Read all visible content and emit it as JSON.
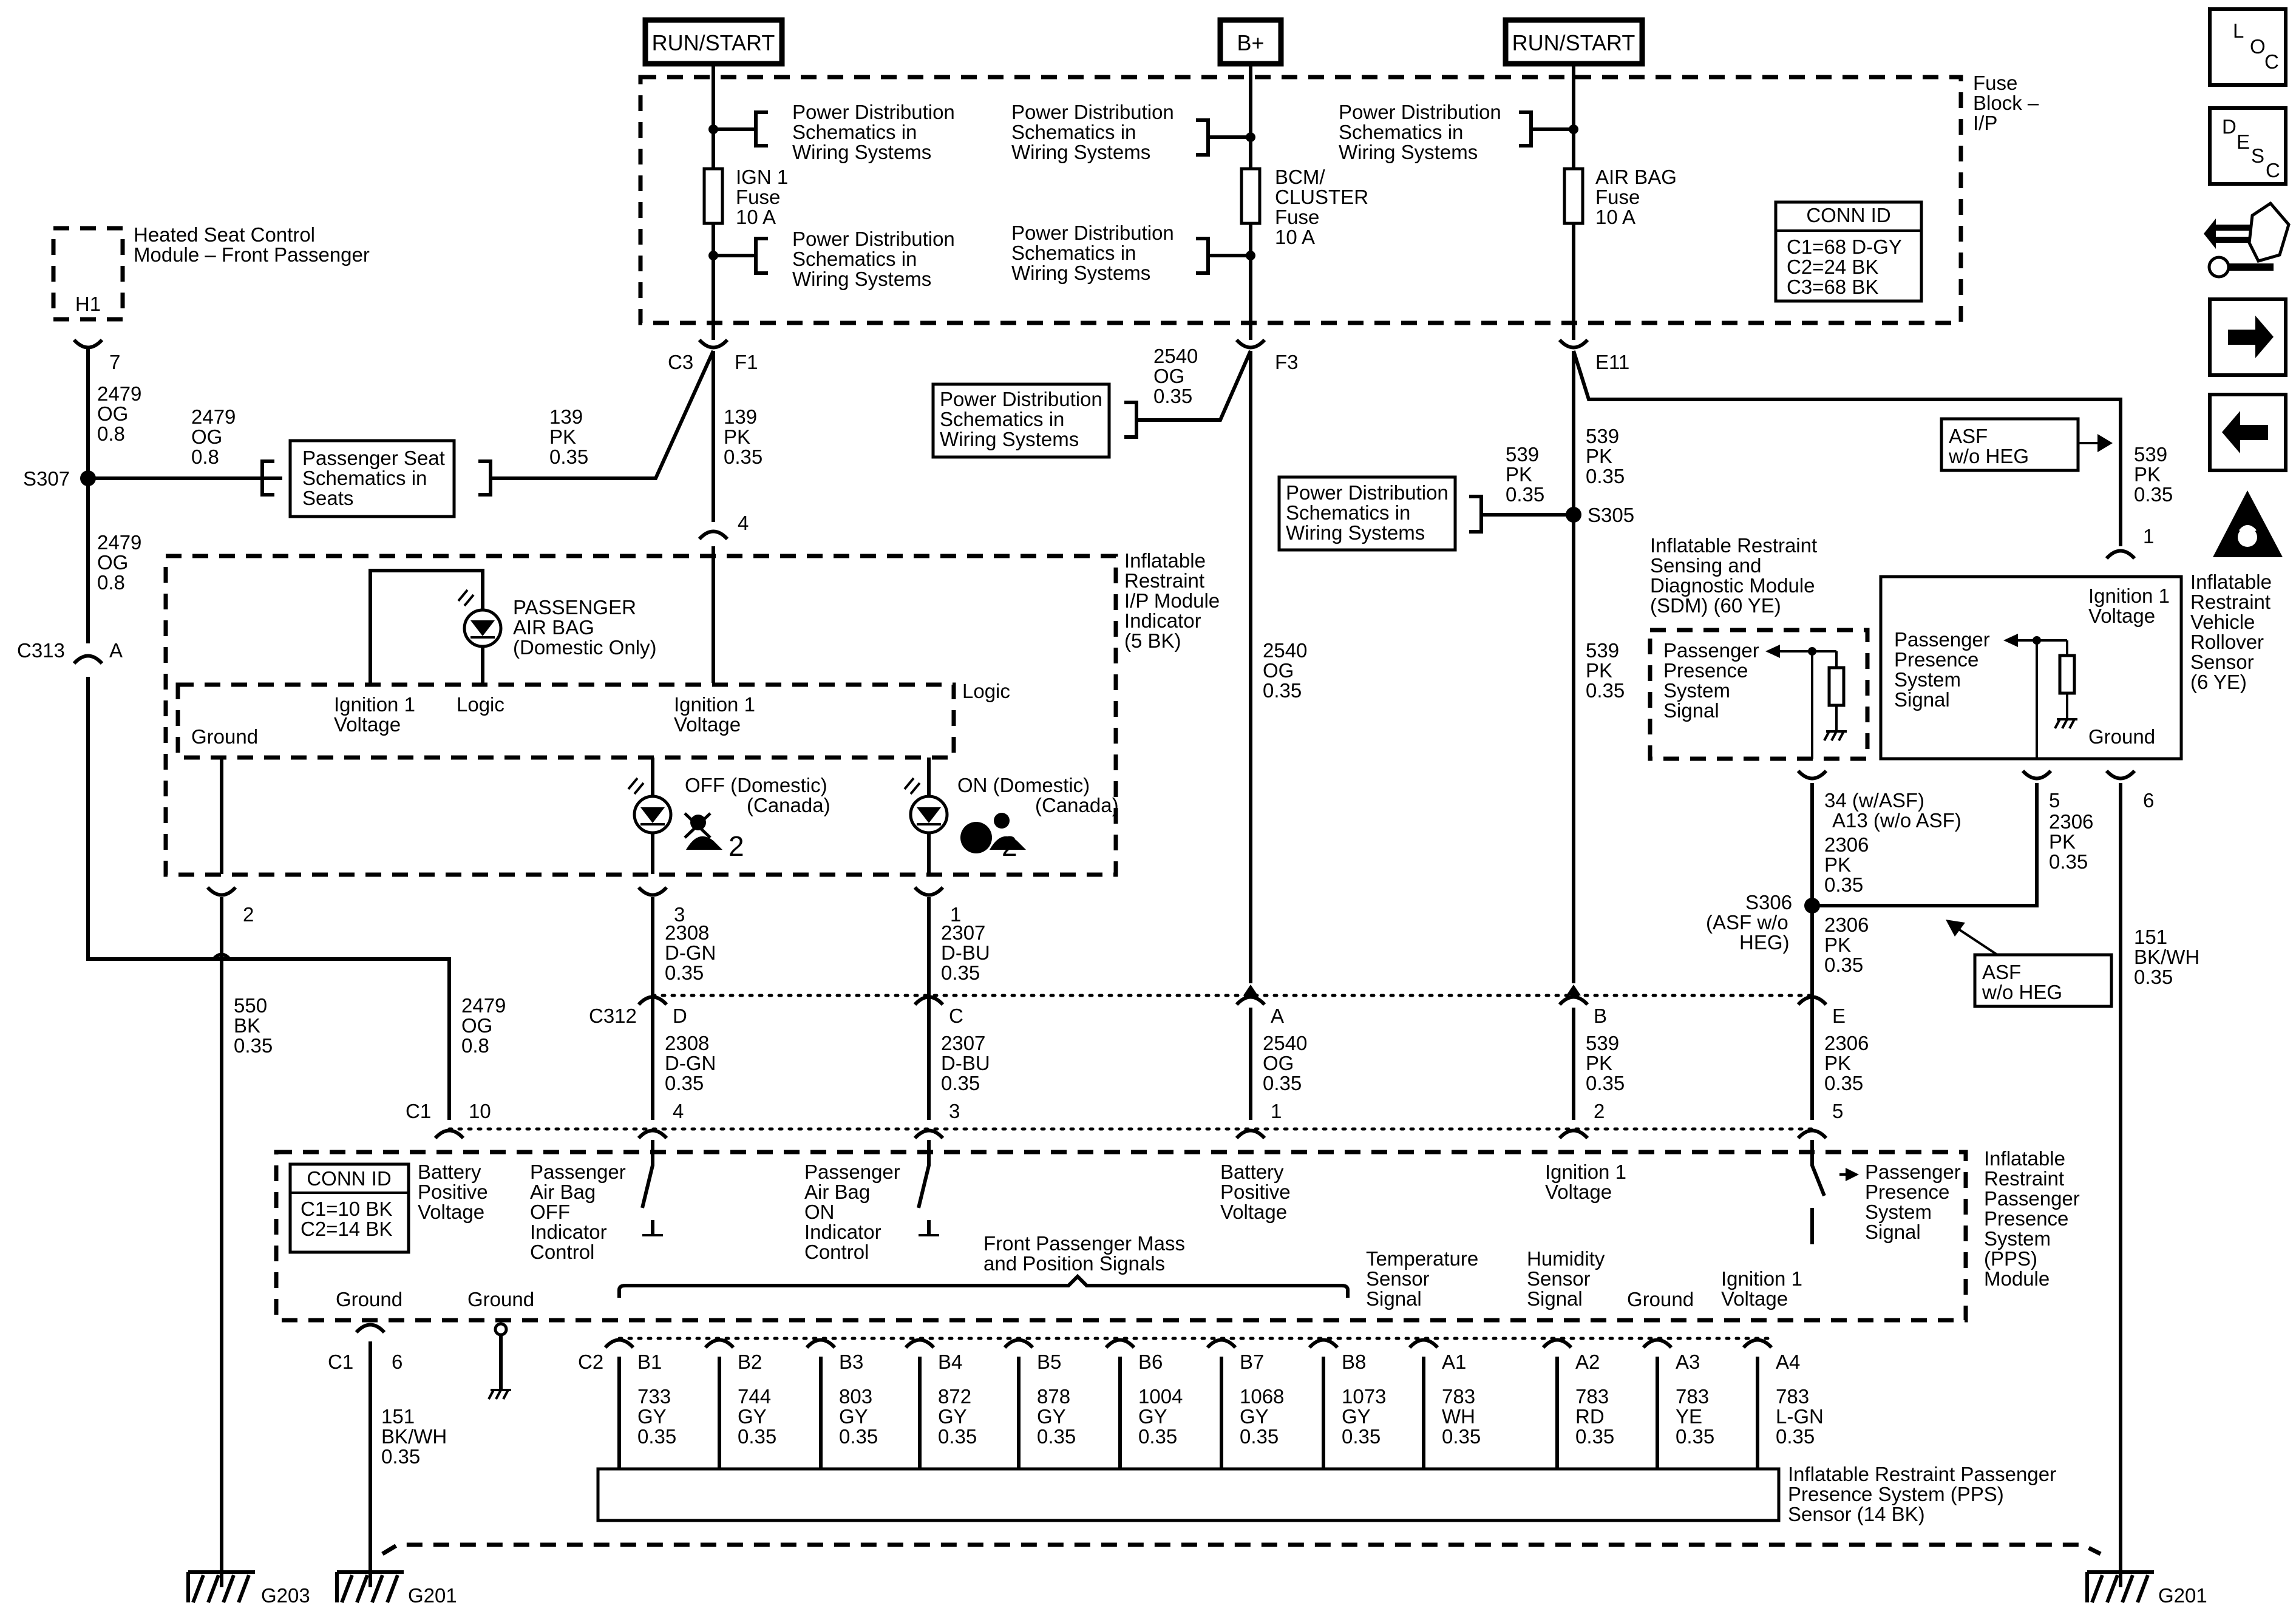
{
  "power_sources": {
    "run_start_left": "RUN/START",
    "b_plus": "B+",
    "run_start_right": "RUN/START"
  },
  "fuse_block": {
    "title": [
      "Fuse",
      "Block –",
      "I/P"
    ],
    "pd_ref": [
      "Power Distribution",
      "Schematics in",
      "Wiring Systems"
    ],
    "fuse_ign": [
      "IGN 1",
      "Fuse",
      "10 A"
    ],
    "fuse_bcm": [
      "BCM/",
      "CLUSTER",
      "Fuse",
      "10 A"
    ],
    "fuse_airbag": [
      "AIR BAG",
      "Fuse",
      "10 A"
    ],
    "conn_id_title": "CONN ID",
    "conn_ids": [
      "C1=68 D-GY",
      "C2=24 BK",
      "C3=68 BK"
    ],
    "pins": {
      "c3": "C3",
      "f1": "F1",
      "f3": "F3",
      "e11": "E11"
    }
  },
  "heated_seat": {
    "label": [
      "Heated Seat Control",
      "Module – Front Passenger"
    ],
    "pin": "H1",
    "term": "7"
  },
  "splices": {
    "s307": "S307",
    "c313": "C313",
    "c313_pin": "A",
    "s305": "S305",
    "s306": [
      "S306",
      "(ASF w/o",
      "HEG)"
    ]
  },
  "wires": {
    "w2479_top": [
      "2479",
      "OG",
      "0.8"
    ],
    "w2479_seat": [
      "2479",
      "OG",
      "0.8"
    ],
    "w2479_lower": [
      "2479",
      "OG",
      "0.8"
    ],
    "w2479_c1": [
      "2479",
      "OG",
      "0.8"
    ],
    "w139_seat": [
      "139",
      "PK",
      "0.35"
    ],
    "w139_main": [
      "139",
      "PK",
      "0.35"
    ],
    "w2540_pd": [
      "2540",
      "OG",
      "0.35"
    ],
    "w2540_main": [
      "2540",
      "OG",
      "0.35"
    ],
    "w2540_low": [
      "2540",
      "OG",
      "0.35"
    ],
    "w539_top": [
      "539",
      "PK",
      "0.35"
    ],
    "w539_pd": [
      "539",
      "PK",
      "0.35"
    ],
    "w539_mid": [
      "539",
      "PK",
      "0.35"
    ],
    "w539_low": [
      "539",
      "PK",
      "0.35"
    ],
    "w539_right": [
      "539",
      "PK",
      "0.35"
    ],
    "w550": [
      "550",
      "BK",
      "0.35"
    ],
    "w2308_up": [
      "2308",
      "D-GN",
      "0.35"
    ],
    "w2308_low": [
      "2308",
      "D-GN",
      "0.35"
    ],
    "w2307_up": [
      "2307",
      "D-BU",
      "0.35"
    ],
    "w2307_low": [
      "2307",
      "D-BU",
      "0.35"
    ],
    "w2306_sdm": [
      "2306",
      "PK",
      "0.35"
    ],
    "w2306_right": [
      "2306",
      "PK",
      "0.35"
    ],
    "w2306_mid": [
      "2306",
      "PK",
      "0.35"
    ],
    "w2306_low": [
      "2306",
      "PK",
      "0.35"
    ],
    "w151_right": [
      "151",
      "BK/WH",
      "0.35"
    ],
    "w151_left": [
      "151",
      "BK/WH",
      "0.35"
    ]
  },
  "seat_ref": [
    "Passenger Seat",
    "Schematics in",
    "Seats"
  ],
  "pd_ref_mid": [
    "Power Distribution",
    "Schematics in",
    "Wiring Systems"
  ],
  "pd_ref_s305": [
    "Power Distribution",
    "Schematics in",
    "Wiring Systems"
  ],
  "indicator": {
    "title": [
      "Inflatable",
      "Restraint",
      "I/P Module",
      "Indicator",
      "(5 BK)"
    ],
    "pin_top": "4",
    "airbag_lamp": [
      "PASSENGER",
      "AIR BAG",
      "(Domestic Only)"
    ],
    "ign1_left": [
      "Ignition 1",
      "Voltage"
    ],
    "logic_small": "Logic",
    "ign1_right": [
      "Ignition 1",
      "Voltage"
    ],
    "logic": "Logic",
    "ground": "Ground",
    "off_lamp": [
      "OFF (Domestic)",
      "(Canada)"
    ],
    "on_lamp": [
      "ON (Domestic)",
      "(Canada)"
    ],
    "lamp_suffix": "2",
    "pins": {
      "p2": "2",
      "p3": "3",
      "p1": "1"
    }
  },
  "c312": {
    "label": "C312",
    "pins": {
      "d": "D",
      "c": "C",
      "a": "A",
      "b": "B",
      "e": "E"
    }
  },
  "sdm": {
    "title": [
      "Inflatable Restraint",
      "Sensing and",
      "Diagnostic Module",
      "(SDM) (60 YE)"
    ],
    "signal": [
      "Passenger",
      "Presence",
      "System",
      "Signal"
    ],
    "pin": [
      "34 (w/ASF)",
      "A13 (w/o ASF)"
    ]
  },
  "asf_top": [
    "ASF",
    "w/o HEG"
  ],
  "asf_mid": [
    "ASF",
    "w/o HEG"
  ],
  "rollover": {
    "title": [
      "Inflatable",
      "Restraint",
      "Vehicle",
      "Rollover",
      "Sensor",
      "(6 YE)"
    ],
    "ign1": [
      "Ignition 1",
      "Voltage"
    ],
    "signal": [
      "Passenger",
      "Presence",
      "System",
      "Signal"
    ],
    "ground": "Ground",
    "pins": {
      "p1": "1",
      "p5": "5",
      "p6": "6"
    }
  },
  "pps_module": {
    "title": [
      "Inflatable",
      "Restraint",
      "Passenger",
      "Presence",
      "System",
      "(PPS)",
      "Module"
    ],
    "conn_id_title": "CONN ID",
    "conn_ids": [
      "C1=10 BK",
      "C2=14 BK"
    ],
    "bat_left": [
      "Battery",
      "Positive",
      "Voltage"
    ],
    "off_ctrl": [
      "Passenger",
      "Air Bag",
      "OFF",
      "Indicator",
      "Control"
    ],
    "on_ctrl": [
      "Passenger",
      "Air Bag",
      "ON",
      "Indicator",
      "Control"
    ],
    "bat_right": [
      "Battery",
      "Positive",
      "Voltage"
    ],
    "ign1": [
      "Ignition 1",
      "Voltage"
    ],
    "pps_signal": [
      "Passenger",
      "Presence",
      "System",
      "Signal"
    ],
    "front_mass": [
      "Front Passenger Mass",
      "and Position Signals"
    ],
    "temp": [
      "Temperature",
      "Sensor",
      "Signal"
    ],
    "humid": [
      "Humidity",
      "Sensor",
      "Signal"
    ],
    "ground_a3": "Ground",
    "ign1_a4": [
      "Ignition 1",
      "Voltage"
    ],
    "ground1": "Ground",
    "ground2": "Ground",
    "c1_label": "C1",
    "c1_pins": {
      "p10": "10",
      "p4": "4",
      "p3": "3",
      "p1": "1",
      "p2": "2",
      "p5": "5"
    },
    "c1_bottom": "C1",
    "c1_pin6": "6",
    "c2_label": "C2",
    "c2_pins": [
      {
        "pin": "B1",
        "wire": [
          "733",
          "GY",
          "0.35"
        ]
      },
      {
        "pin": "B2",
        "wire": [
          "744",
          "GY",
          "0.35"
        ]
      },
      {
        "pin": "B3",
        "wire": [
          "803",
          "GY",
          "0.35"
        ]
      },
      {
        "pin": "B4",
        "wire": [
          "872",
          "GY",
          "0.35"
        ]
      },
      {
        "pin": "B5",
        "wire": [
          "878",
          "GY",
          "0.35"
        ]
      },
      {
        "pin": "B6",
        "wire": [
          "1004",
          "GY",
          "0.35"
        ]
      },
      {
        "pin": "B7",
        "wire": [
          "1068",
          "GY",
          "0.35"
        ]
      },
      {
        "pin": "B8",
        "wire": [
          "1073",
          "GY",
          "0.35"
        ]
      },
      {
        "pin": "A1",
        "wire": [
          "783",
          "WH",
          "0.35"
        ]
      },
      {
        "pin": "A2",
        "wire": [
          "783",
          "RD",
          "0.35"
        ]
      },
      {
        "pin": "A3",
        "wire": [
          "783",
          "YE",
          "0.35"
        ]
      },
      {
        "pin": "A4",
        "wire": [
          "783",
          "L-GN",
          "0.35"
        ]
      }
    ]
  },
  "pps_sensor": [
    "Inflatable Restraint Passenger",
    "Presence System (PPS)",
    "Sensor (14 BK)"
  ],
  "grounds": {
    "g203": "G203",
    "g201_left": "G201",
    "g201_right": "G201"
  },
  "nav": {
    "loc": [
      "L",
      "O",
      "C"
    ],
    "desc": [
      "D",
      "E",
      "S",
      "C"
    ],
    "icons": [
      "connector-view-icon",
      "next-page-icon",
      "previous-page-icon",
      "esd-warning-icon"
    ]
  }
}
